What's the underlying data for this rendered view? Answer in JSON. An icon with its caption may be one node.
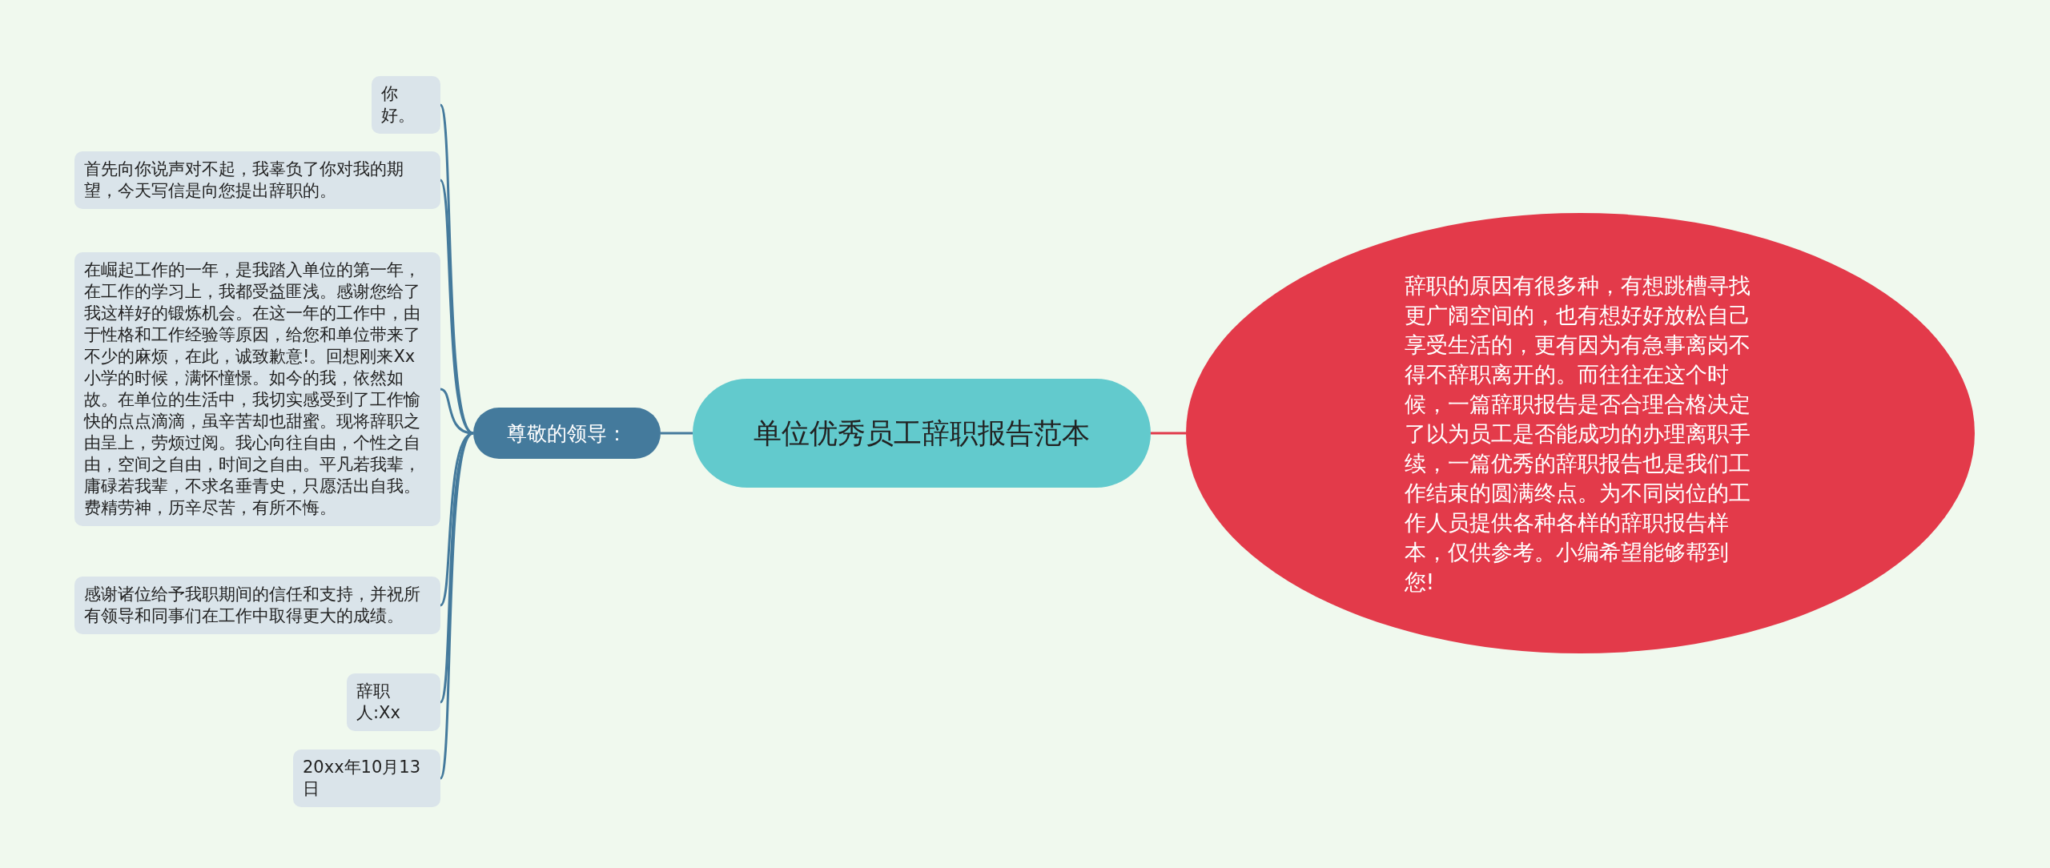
{
  "diagram": {
    "nodes": [
      {
        "text": [
          "单位优秀员工辞职报告范本"
        ]
      },
      {
        "text": [
          "尊敬的领导："
        ]
      },
      {
        "text": [
          "你好。"
        ]
      },
      {
        "text": [
          "首先向你说声对不起，我辜负了你对我的期望，今天写信是向您提出辞职的。"
        ]
      },
      {
        "text": [
          "在崛起工作的一年，是我踏入单位的第一年，在工作的学习上，我都受益匪浅。感谢您给了我这样好的锻炼机会。在这一年的工作中，由于性格和工作经验等原因，给您和单位带来了不少的麻烦，在此，诚致歉意!。回想刚来Xx小学的时候，满怀憧憬。如今的我，依然如故。在单位的生活中，我切实感受到了工作愉快的点点滴滴，虽辛苦却也甜蜜。现将辞职之由呈上，劳烦过阅。我心向往自由，个性之自由，空间之自由，时间之自由。平凡若我辈，庸碌若我辈，不求名垂青史，只愿活出自我。费精劳神，历辛尽苦，有所不悔。"
        ]
      },
      {
        "text": [
          "感谢诸位给予我职期间的信任和支持，并祝所有领导和同事们在工作中取得更大的成绩。"
        ]
      },
      {
        "text": [
          "辞职人:Xx"
        ]
      },
      {
        "text": [
          "20xx年10月13日"
        ]
      },
      {
        "text": [
          "辞职的原因有很多种，有想跳槽寻找更广阔空间的，也有想好好放松自己享受生活的，更有因为有急事离岗不得不辞职离开的。而往往在这个时候，一篇辞职报告是否合理合格决定了以为员工是否能成功的办理离职手续，一篇优秀的辞职报告也是我们工作结束的圆满终点。为不同岗位的工作人员提供各种各样的辞职报告样本，仅供参考。小编希望能够帮到您!"
        ]
      }
    ],
    "edges": [
      {
        "from": 0,
        "to": 1,
        "arrow": "none"
      },
      {
        "from": 0,
        "to": 8,
        "arrow": "none",
        "color": "#e03a4a"
      },
      {
        "from": 1,
        "to": 2,
        "arrow": "none"
      },
      {
        "from": 1,
        "to": 3,
        "arrow": "none"
      },
      {
        "from": 1,
        "to": 4,
        "arrow": "none"
      },
      {
        "from": 1,
        "to": 5,
        "arrow": "none"
      },
      {
        "from": 1,
        "to": 6,
        "arrow": "none"
      },
      {
        "from": 1,
        "to": 7,
        "arrow": "none"
      }
    ]
  }
}
